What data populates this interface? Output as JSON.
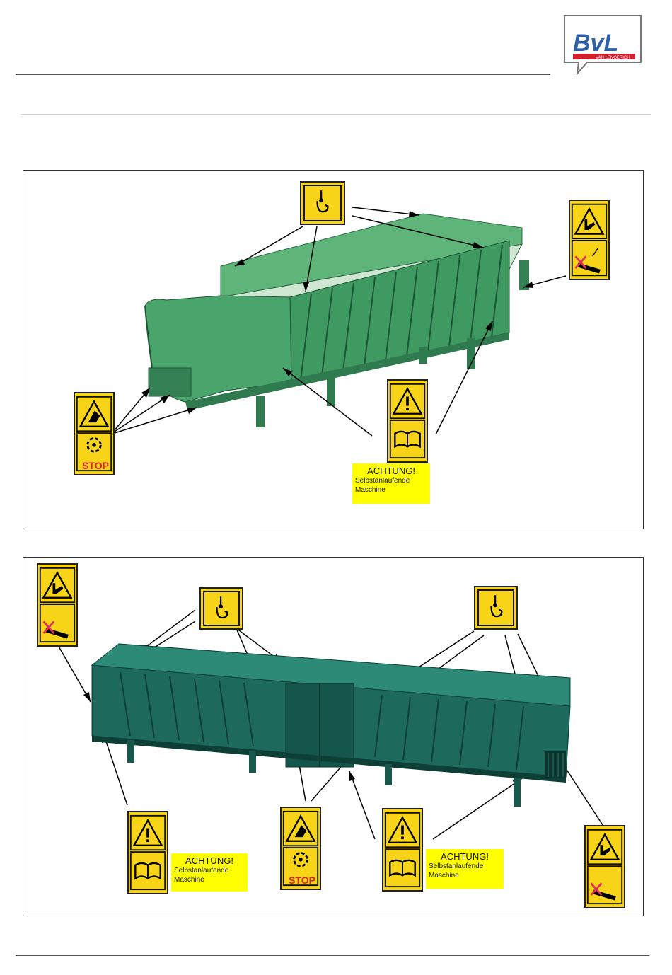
{
  "header": {
    "logo": {
      "name": "BvL",
      "subtitle": "VAN LENGERICH",
      "colors": {
        "blue": "#2f5fa8",
        "red": "#d2202f"
      }
    }
  },
  "figures": {
    "top": {
      "signs": [
        "lifting-hook",
        "hand-crush-no-step",
        "cutting-stop",
        "warning-manual"
      ],
      "notice": {
        "title": "ACHTUNG!",
        "line1": "Selbstanlaufende",
        "line2": "Maschine"
      },
      "stop_label": "STOP",
      "machine_color": "#3f9a62"
    },
    "bottom": {
      "signs": [
        "hand-crush-no-step",
        "lifting-hook",
        "lifting-hook",
        "warning-manual",
        "cutting-stop",
        "warning-manual",
        "hand-crush-no-step"
      ],
      "notice_left": {
        "title": "ACHTUNG!",
        "line1": "Selbstanlaufende",
        "line2": "Maschine"
      },
      "notice_right": {
        "title": "ACHTUNG!",
        "line1": "Selbstanlaufende",
        "line2": "Maschine"
      },
      "stop_label": "STOP",
      "machine_color": "#1d6a5c"
    }
  },
  "colors": {
    "sign_yellow": "#f7d417",
    "notice_yellow": "#ffff00",
    "stop_red": "#d7261e"
  }
}
